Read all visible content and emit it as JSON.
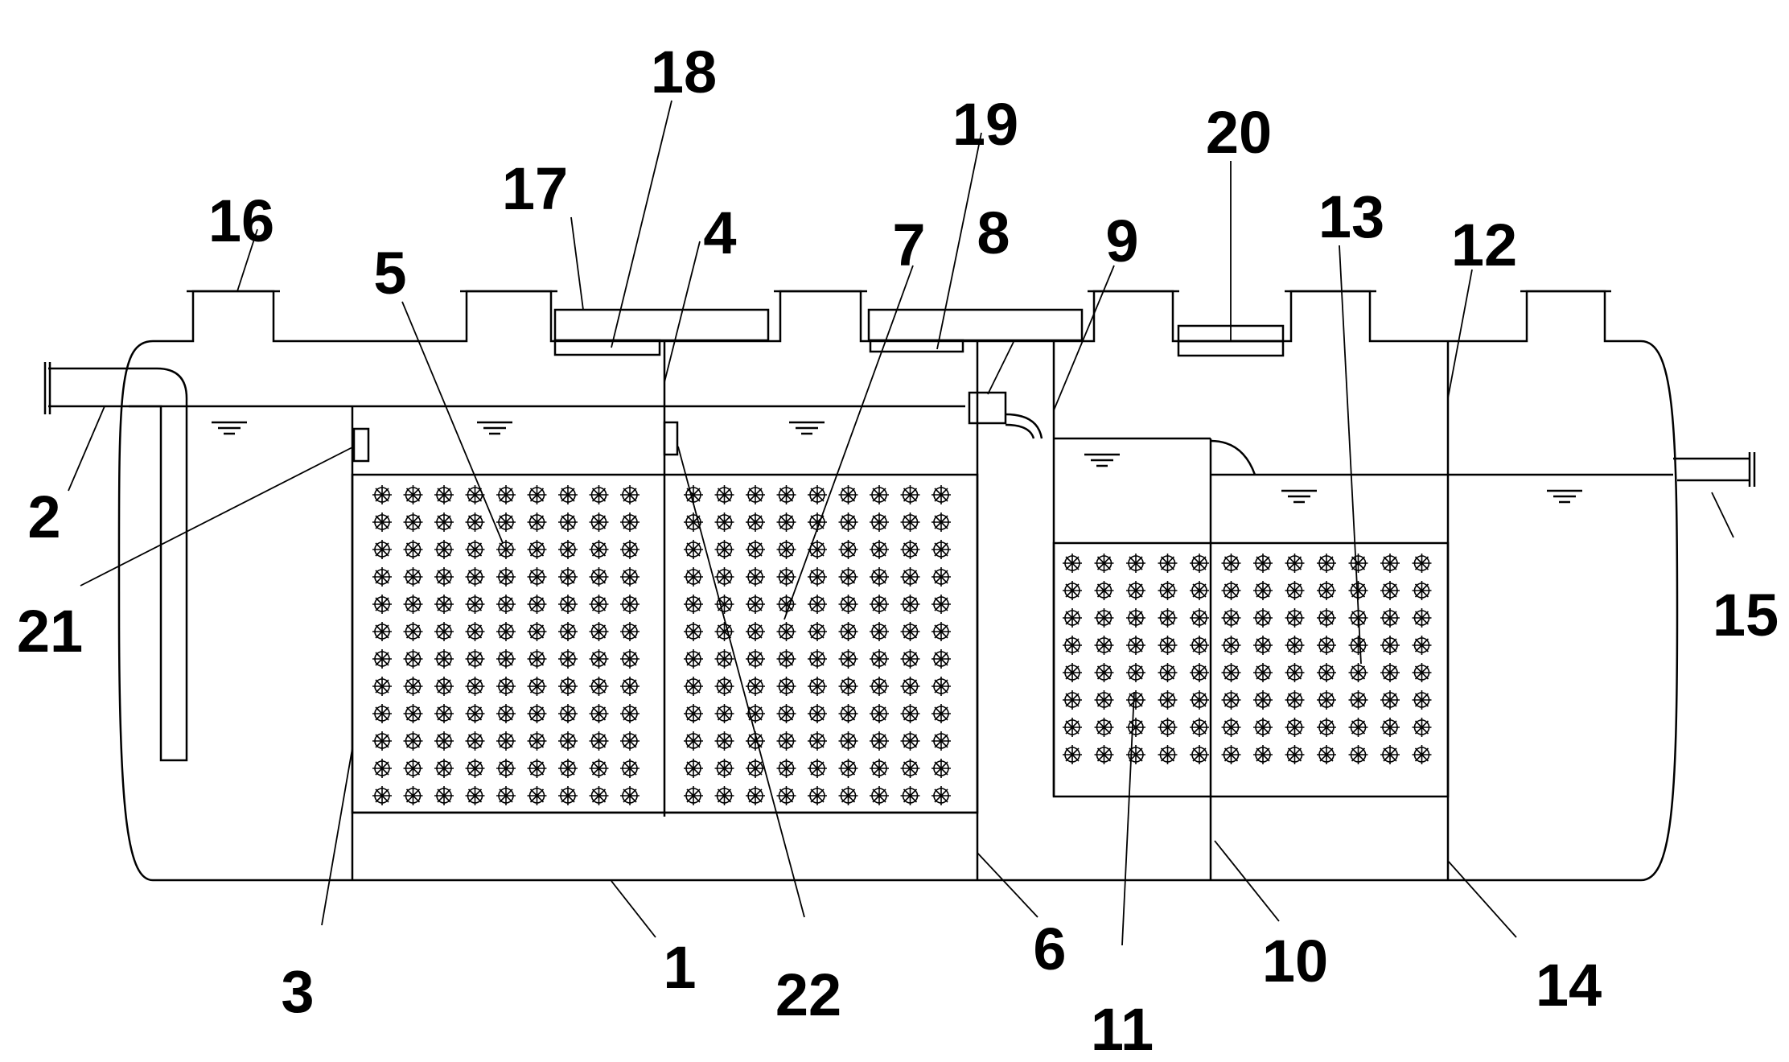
{
  "figure": {
    "labels": [
      {
        "id": "1",
        "text": "1"
      },
      {
        "id": "2",
        "text": "2"
      },
      {
        "id": "3",
        "text": "3"
      },
      {
        "id": "4",
        "text": "4"
      },
      {
        "id": "5",
        "text": "5"
      },
      {
        "id": "6",
        "text": "6"
      },
      {
        "id": "7",
        "text": "7"
      },
      {
        "id": "8",
        "text": "8"
      },
      {
        "id": "9",
        "text": "9"
      },
      {
        "id": "10",
        "text": "10"
      },
      {
        "id": "11",
        "text": "11"
      },
      {
        "id": "12",
        "text": "12"
      },
      {
        "id": "13",
        "text": "13"
      },
      {
        "id": "14",
        "text": "14"
      },
      {
        "id": "15",
        "text": "15"
      },
      {
        "id": "16",
        "text": "16"
      },
      {
        "id": "17",
        "text": "17"
      },
      {
        "id": "18",
        "text": "18"
      },
      {
        "id": "19",
        "text": "19"
      },
      {
        "id": "20",
        "text": "20"
      },
      {
        "id": "21",
        "text": "21"
      },
      {
        "id": "22",
        "text": "22"
      }
    ],
    "colors": {
      "line": "#000000",
      "background": "#ffffff"
    }
  }
}
